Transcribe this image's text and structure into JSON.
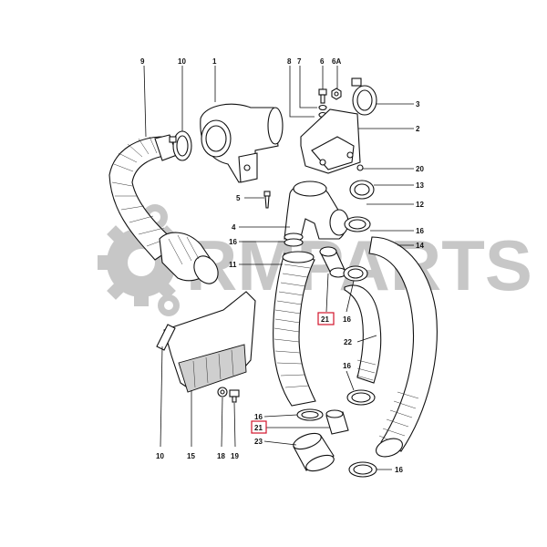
{
  "watermark": {
    "text": "RMPARTS",
    "color": "#9a9a9a"
  },
  "highlight_color": "#d3152b",
  "callouts": [
    {
      "id": "c-9",
      "label": "9"
    },
    {
      "id": "c-10-top",
      "label": "10"
    },
    {
      "id": "c-1",
      "label": "1"
    },
    {
      "id": "c-8",
      "label": "8"
    },
    {
      "id": "c-7",
      "label": "7"
    },
    {
      "id": "c-6",
      "label": "6"
    },
    {
      "id": "c-6a",
      "label": "6A"
    },
    {
      "id": "c-3",
      "label": "3"
    },
    {
      "id": "c-2",
      "label": "2"
    },
    {
      "id": "c-20",
      "label": "20"
    },
    {
      "id": "c-5",
      "label": "5"
    },
    {
      "id": "c-13",
      "label": "13"
    },
    {
      "id": "c-12",
      "label": "12"
    },
    {
      "id": "c-4",
      "label": "4"
    },
    {
      "id": "c-16-a",
      "label": "16"
    },
    {
      "id": "c-16-b",
      "label": "16"
    },
    {
      "id": "c-14",
      "label": "14"
    },
    {
      "id": "c-11",
      "label": "11"
    },
    {
      "id": "c-21-a",
      "label": "21"
    },
    {
      "id": "c-16-c",
      "label": "16"
    },
    {
      "id": "c-22",
      "label": "22"
    },
    {
      "id": "c-16-d",
      "label": "16"
    },
    {
      "id": "c-16-e",
      "label": "16"
    },
    {
      "id": "c-21-b",
      "label": "21"
    },
    {
      "id": "c-23",
      "label": "23"
    },
    {
      "id": "c-16-f",
      "label": "16"
    },
    {
      "id": "c-10-bottom",
      "label": "10"
    },
    {
      "id": "c-15",
      "label": "15"
    },
    {
      "id": "c-18",
      "label": "18"
    },
    {
      "id": "c-19",
      "label": "19"
    }
  ]
}
